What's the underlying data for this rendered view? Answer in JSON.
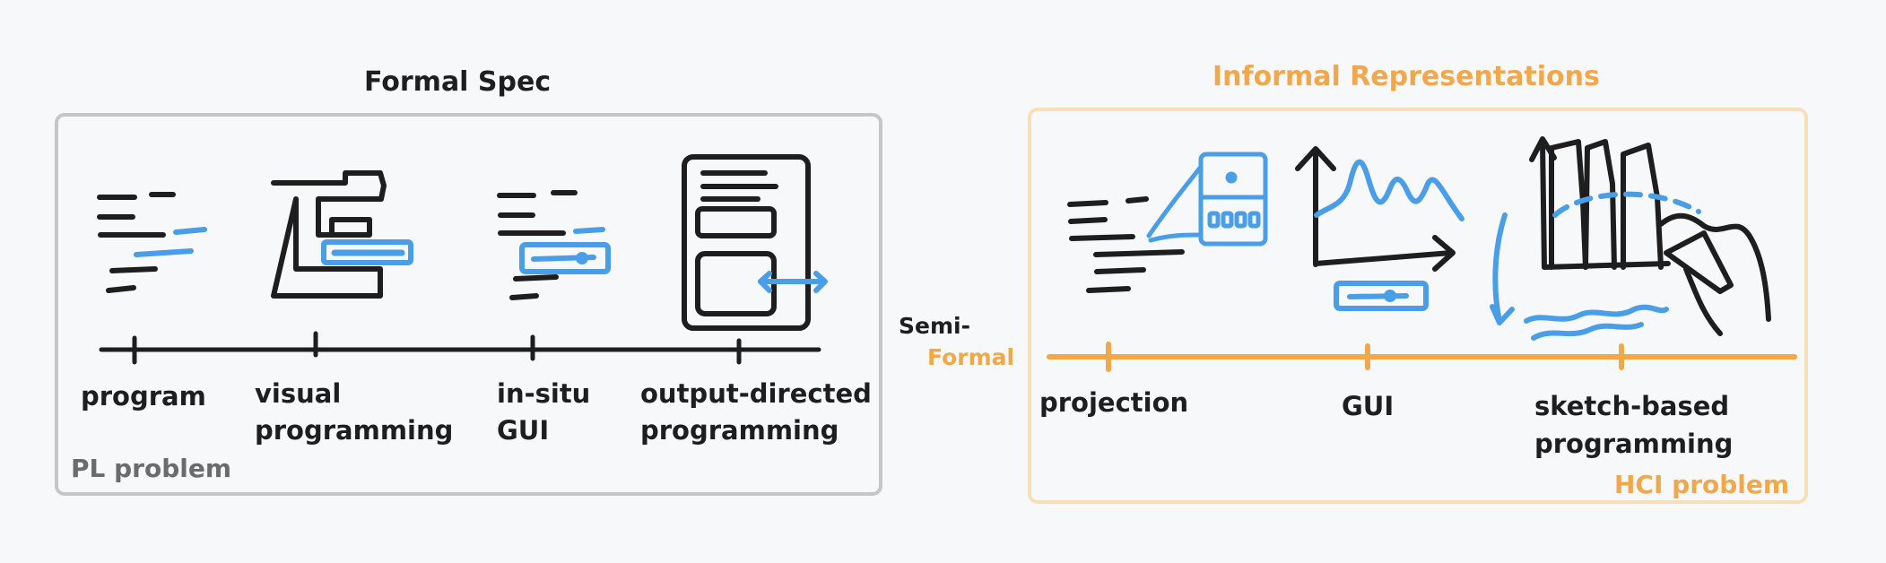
{
  "left_panel": {
    "title": "Formal Spec",
    "stages": [
      {
        "line1": "program",
        "line2": ""
      },
      {
        "line1": "visual",
        "line2": "programming"
      },
      {
        "line1": "in-situ",
        "line2": "GUI"
      },
      {
        "line1": "output-directed",
        "line2": "programming"
      }
    ],
    "problem_label": "PL problem"
  },
  "middle": {
    "semi": "Semi-",
    "formal": "Formal"
  },
  "right_panel": {
    "title": "Informal Representations",
    "stages": [
      {
        "line1": "projection",
        "line2": ""
      },
      {
        "line1": "GUI",
        "line2": ""
      },
      {
        "line1": "sketch-based",
        "line2": "programming"
      }
    ],
    "problem_label": "HCI problem"
  },
  "colors": {
    "ink": "#1e1e1e",
    "blue": "#4a9ee8",
    "orange": "#f2a84a",
    "panel_border_left": "#c4c6c9",
    "panel_border_right": "#f9dfb8",
    "background": "#f7f8fa"
  }
}
